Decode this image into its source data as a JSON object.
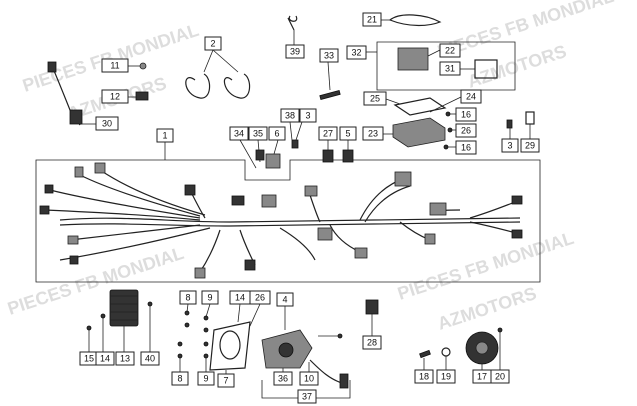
{
  "watermarks": [
    "PIECES FB MONDIAL",
    "AZMOTORS",
    "PIECES FB MONDIAL",
    "AZMOTORS",
    "PIECES FB MONDIAL",
    "AZMOTORS"
  ],
  "callouts": {
    "c1": "1",
    "c2": "2",
    "c3a": "3",
    "c3b": "3",
    "c4": "4",
    "c5": "5",
    "c6": "6",
    "c7": "7",
    "c8a": "8",
    "c8b": "8",
    "c9a": "9",
    "c9b": "9",
    "c10": "10",
    "c11": "11",
    "c12": "12",
    "c13": "13",
    "c14a": "14",
    "c14b": "14",
    "c15": "15",
    "c16a": "16",
    "c16b": "16",
    "c17": "17",
    "c18": "18",
    "c19": "19",
    "c20": "20",
    "c21": "21",
    "c22": "22",
    "c23": "23",
    "c24": "24",
    "c25": "25",
    "c26a": "26",
    "c26b": "26",
    "c27": "27",
    "c28": "28",
    "c29": "29",
    "c30": "30",
    "c31": "31",
    "c32": "32",
    "c33": "33",
    "c34": "34",
    "c35": "35",
    "c36": "36",
    "c37": "37",
    "c38": "38",
    "c39": "39",
    "c40": "40"
  }
}
